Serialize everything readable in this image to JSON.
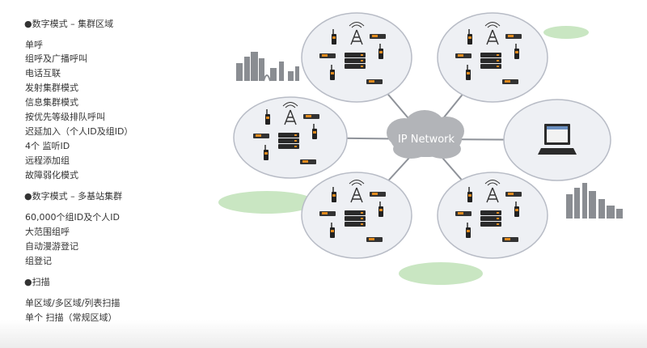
{
  "sections": [
    {
      "heading": "●数字模式 – 集群区域",
      "items": [
        "单呼",
        "组呼及广播呼叫",
        "电话互联",
        "发射集群模式",
        "信息集群模式",
        "按优先等级排队呼叫",
        "迟延加入（个人ID及组ID）",
        "4个 监听ID",
        "远程添加组",
        "故障弱化模式"
      ]
    },
    {
      "heading": "●数字模式 – 多基站集群",
      "items": [
        "60,000个组ID及个人ID",
        "大范围组呼",
        "自动漫游登记",
        "组登记"
      ]
    },
    {
      "heading": "●扫描",
      "items": [
        "单区域/多区域/列表扫描",
        "单个 扫描（常规区域）"
      ]
    }
  ],
  "diagram": {
    "cloud_label": "IP Network",
    "colors": {
      "site_fill": "#eef0f4",
      "site_stroke": "#b8bcc6",
      "link": "#8e9299",
      "cloud": "#b2b4b8",
      "hill": "#c9e6c2",
      "city": "#8a8d92"
    },
    "sites": [
      {
        "name": "site-top-left"
      },
      {
        "name": "site-top-right"
      },
      {
        "name": "site-middle-left"
      },
      {
        "name": "site-bottom-left"
      },
      {
        "name": "site-bottom-right"
      }
    ],
    "terminal": {
      "name": "dispatch-terminal"
    }
  }
}
